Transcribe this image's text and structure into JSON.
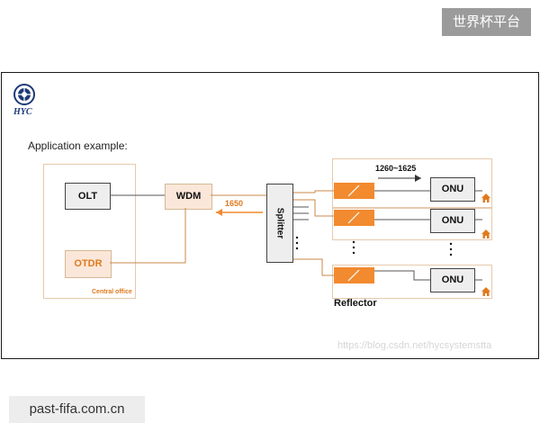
{
  "corner_badge": "世界杯平台",
  "bottom_badge": "past-fifa.com.cn",
  "logo": {
    "text": "HYC",
    "icon": "hyc-logo-icon"
  },
  "diagram": {
    "heading": "Application example:",
    "central_office_label": "Central office",
    "olt_label": "OLT",
    "otdr_label": "OTDR",
    "wdm_label": "WDM",
    "splitter_label": "Splitter",
    "upstream_wavelength": "1650",
    "downstream_wavelength": "1260~1625",
    "onu_labels": [
      "ONU",
      "ONU",
      "ONU"
    ],
    "reflector_label": "Reflector",
    "colors": {
      "accent": "#f28a2f",
      "accent_dark": "#e07a1f",
      "box_border": "#e7c9ac",
      "line": "#555555"
    }
  },
  "watermark": "https://blog.csdn.net/hycsystemstta"
}
